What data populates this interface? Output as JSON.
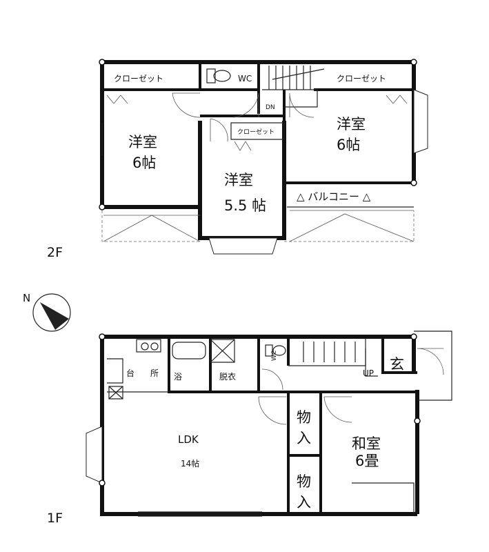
{
  "floor_2f": {
    "label": "2F",
    "closet_left": "クローゼット",
    "wc": "WC",
    "closet_right": "クローゼット",
    "dn": "DN",
    "room_west_name": "洋室",
    "room_west_size": "6帖",
    "closet_small": "クローゼット",
    "room_center_name": "洋室",
    "room_center_size": "5.5 帖",
    "room_east_name": "洋室",
    "room_east_size": "6帖",
    "balcony": "△ バルコニー △"
  },
  "floor_1f": {
    "label": "1F",
    "kitchen": "台",
    "kitchen2": "所",
    "bath": "浴",
    "washroom": "脱衣",
    "wc": "WC",
    "up": "UP",
    "entrance": "玄",
    "storage_1": "物入",
    "storage_2": "物入",
    "ldk_name": "LDK",
    "ldk_size": "14帖",
    "japanese_room_name": "和室",
    "japanese_room_size": "6畳"
  },
  "compass": {
    "label": "N"
  }
}
